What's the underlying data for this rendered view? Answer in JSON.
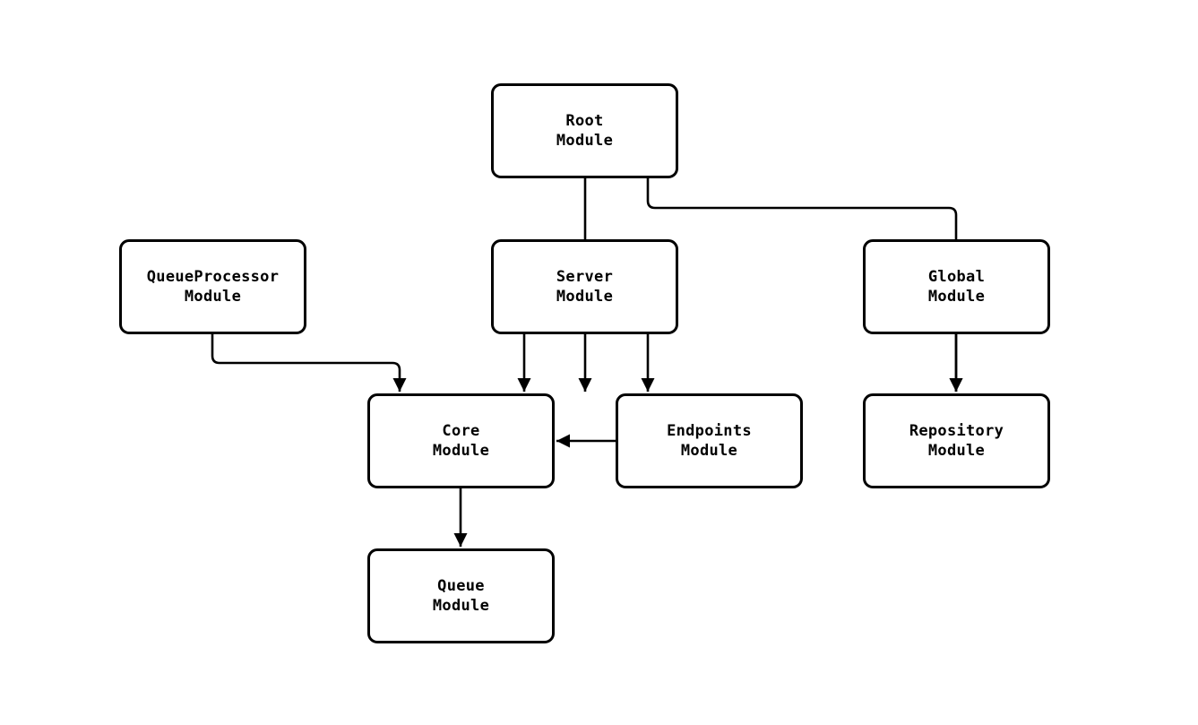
{
  "diagram": {
    "type": "flowchart",
    "description": "Module dependency diagram",
    "nodes": {
      "root": {
        "label": "Root\nModule"
      },
      "queue_processor": {
        "label": "QueueProcessor\nModule"
      },
      "server": {
        "label": "Server\nModule"
      },
      "global": {
        "label": "Global\nModule"
      },
      "core": {
        "label": "Core\nModule"
      },
      "endpoints": {
        "label": "Endpoints\nModule"
      },
      "repository": {
        "label": "Repository\nModule"
      },
      "queue": {
        "label": "Queue\nModule"
      }
    },
    "edges": [
      {
        "from": "root",
        "to": "server"
      },
      {
        "from": "root",
        "to": "global"
      },
      {
        "from": "queue_processor",
        "to": "core"
      },
      {
        "from": "server",
        "to": "core"
      },
      {
        "from": "server",
        "to": "endpoints"
      },
      {
        "from": "endpoints",
        "to": "core"
      },
      {
        "from": "global",
        "to": "repository"
      },
      {
        "from": "core",
        "to": "queue"
      }
    ],
    "colors": {
      "stroke": "#000000",
      "box_fill": "#ffffff",
      "background": "#ffffff"
    }
  }
}
